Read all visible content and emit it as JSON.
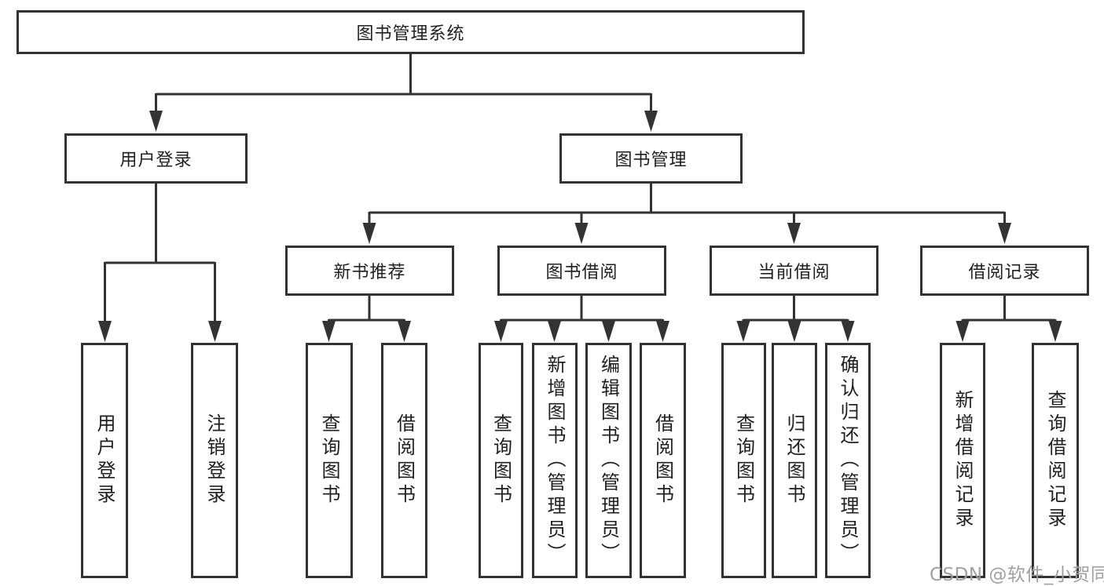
{
  "diagram": {
    "root": "图书管理系统",
    "level2": {
      "userLogin": {
        "label": "用户登录",
        "children": {
          "login": "用户登录",
          "logout": "注销登录"
        }
      },
      "bookMgmt": {
        "label": "图书管理",
        "children": {
          "newBookRec": {
            "label": "新书推荐",
            "children": {
              "query": "查询图书",
              "borrow": "借阅图书"
            }
          },
          "bookBorrow": {
            "label": "图书借阅",
            "children": {
              "query": "查询图书",
              "add": "新增图书（管理员）",
              "edit": "编辑图书（管理员）",
              "borrow": "借阅图书"
            }
          },
          "currentBorrow": {
            "label": "当前借阅",
            "children": {
              "query": "查询图书",
              "return": "归还图书",
              "confirmReturn": "确认归还（管理员）"
            }
          },
          "borrowRecords": {
            "label": "借阅记录",
            "children": {
              "addRecord": "新增借阅记录",
              "queryRecord": "查询借阅记录"
            }
          }
        }
      }
    }
  },
  "watermark": "CSDN @软件_小贺同学",
  "colors": {
    "line": "#333333",
    "text": "#1f1f1f",
    "watermark": "#a0a0a0",
    "background": "#ffffff"
  }
}
